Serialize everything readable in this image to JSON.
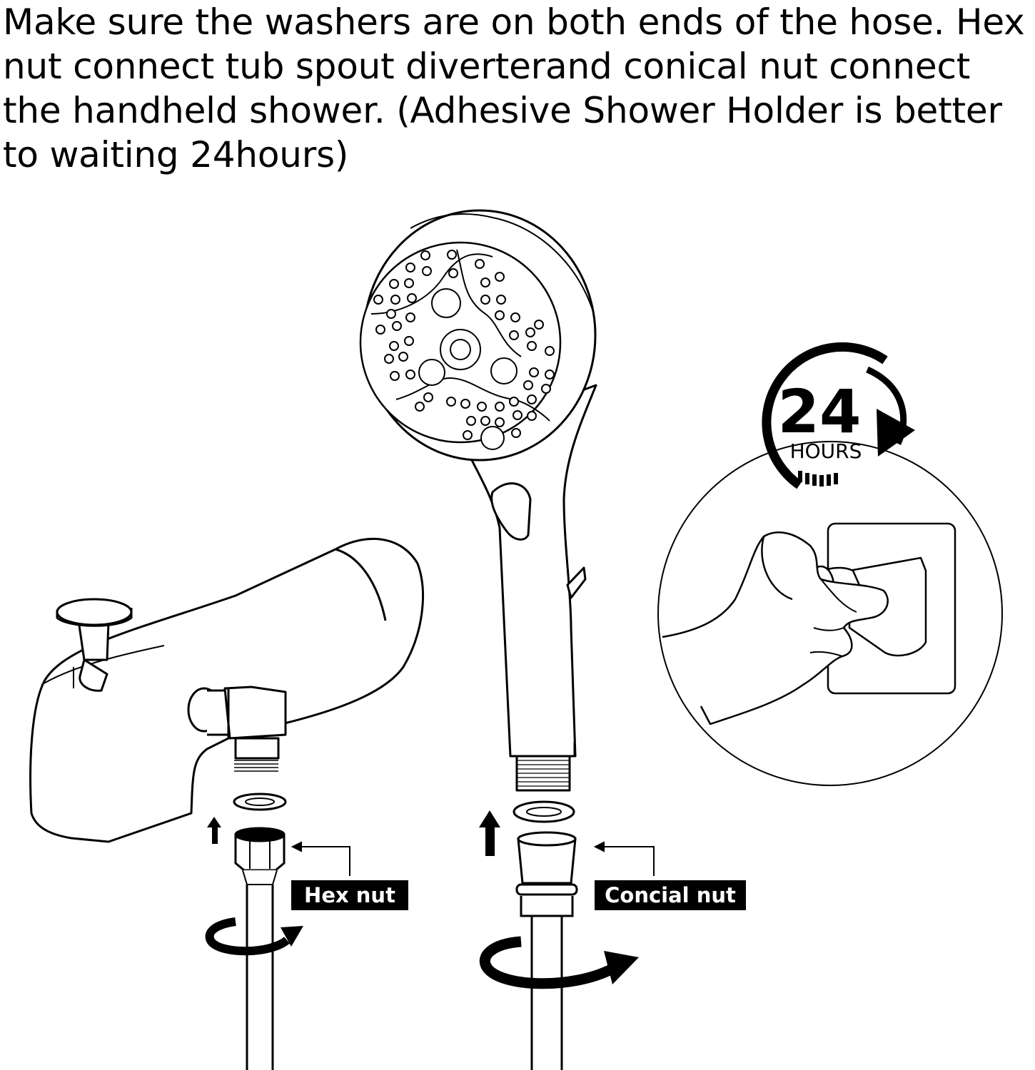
{
  "instructions": "Make sure the washers are on both ends of the hose.  Hex nut connect tub spout diverterand conical nut connect the handheld shower.   (Adhesive Shower Holder is better to waiting 24hours)",
  "labels": {
    "hex_nut": "Hex nut",
    "conical_nut": "Concial nut"
  },
  "timer_badge": {
    "number": "24",
    "unit": "HOURS"
  },
  "colors": {
    "ink": "#000000",
    "label_background": "#000000",
    "label_text": "#ffffff",
    "background": "#ffffff"
  },
  "icons": [
    "tub-spout-icon",
    "handheld-shower-icon",
    "washer-icon",
    "hex-nut-icon",
    "conical-nut-icon",
    "rotate-arrow-icon",
    "up-arrow-icon",
    "adhesive-holder-icon",
    "clock-arrow-icon"
  ]
}
